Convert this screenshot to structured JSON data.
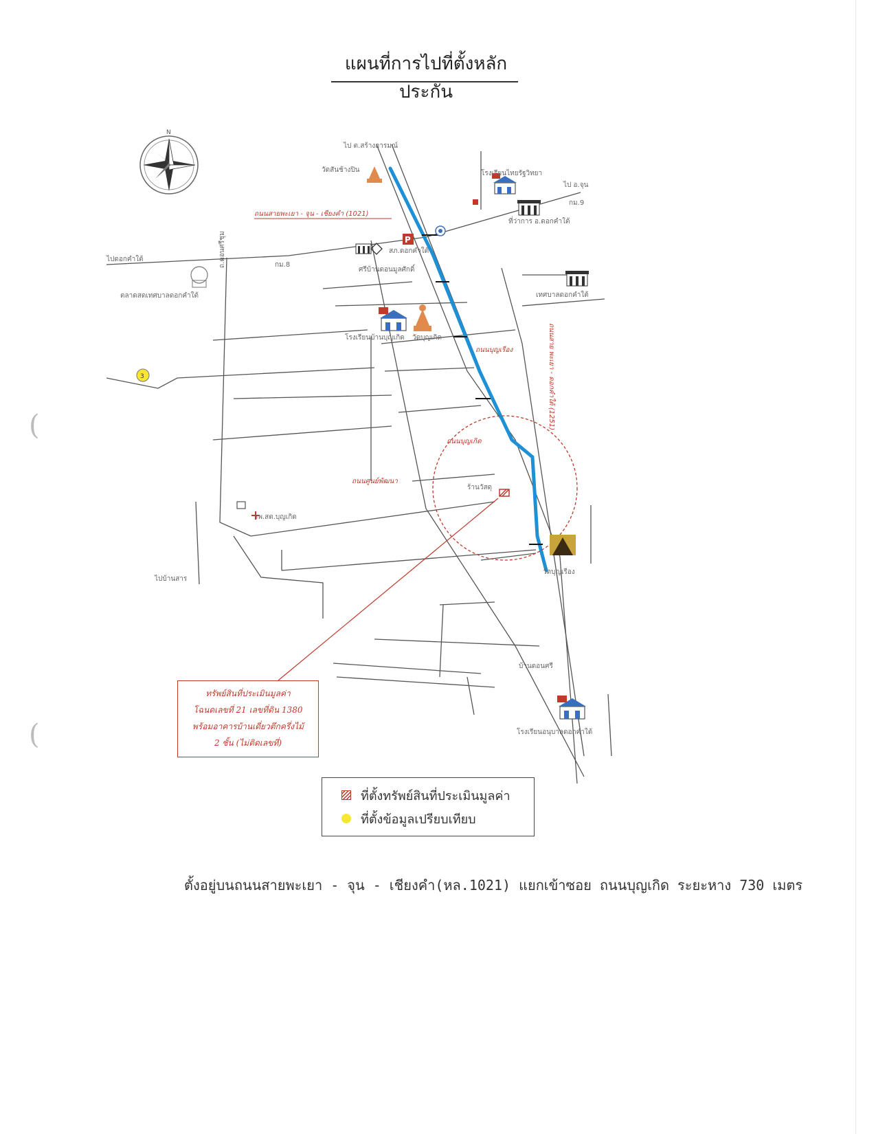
{
  "document": {
    "title": "แผนที่การไปที่ตั้งหลักประกัน",
    "location_note": "ตั้งอยู่บนถนนสายพะเยา - จุน - เชียงคำ(หล.1021) แยกเข้าซอย ถนนบุญเกิด ระยะหาง 730 เมตร"
  },
  "map": {
    "labels": {
      "to_north": "ไป ต.สร้างอารมณ์",
      "wat_north": "วัดสันช้างปิน",
      "school_top_right": "โรงเรียนไทยรัฐวิทยา",
      "to_chun": "ไป อ.จุน",
      "km9": "กม.9",
      "district_office": "ที่ว่าการ อ.ดอกคำใต้",
      "main_road": "ถนนสายพะเยา - จุน - เชียงคำ (1021)",
      "road_west": "ไปดอกคำใต้",
      "km8": "กม.8",
      "police": "สภ.ดอกคำใต้",
      "market": "ตลาดสดเทศบาลดอกคำใต้",
      "bank": "ศรีบ้านดอนมูลศักดิ์",
      "municipal_office": "เทศบาลดอกคำใต้",
      "school_boonkerd": "โรงเรียนบ้านบุญเกิด",
      "wat_boonkerd": "วัดบุญเกิด",
      "road_boonruang": "ถนนบุญเรือง",
      "road_vertical_east": "ถนนสาย พะเยา - ดอกคำใต้ (1251)",
      "road_vertical_west": "ถ.ดอนศรีชุม",
      "road_boonkerd": "ถนนบุญเกิด",
      "road_sunpattana": "ถนนศูนย์พัฒนา",
      "clinic": "ร้านวัสดุ",
      "health_center": "รพ.สต.บุญเกิด",
      "to_san": "ไปบ้านสาร",
      "wat_boonruang": "วัดบุญเรือง",
      "school_bottom": "โรงเรียนอนุบาลดอกคำใต้",
      "village_south": "บ้านดอนศรี",
      "route3": "3",
      "compass_n": "N"
    }
  },
  "callout": {
    "line1": "ทรัพย์สินที่ประเมินมูลค่า",
    "line2": "โฉนดเลขที่ 21 เลขที่ดิน 1380",
    "line3": "พร้อมอาคารบ้านเดี่ยวตึกครึ่งไม้",
    "line4": "2 ชั้น (ไม่ติดเลขที่)"
  },
  "legend": {
    "subject_property": "ที่ตั้งทรัพย์สินที่ประเมินมูลค่า",
    "comparable": "ที่ตั้งข้อมูลเปรียบเทียบ"
  },
  "colors": {
    "highway": "#1e90d6",
    "annotation_red": "#c0392b",
    "comparable_dot": "#f7e733",
    "road": "#555555"
  }
}
